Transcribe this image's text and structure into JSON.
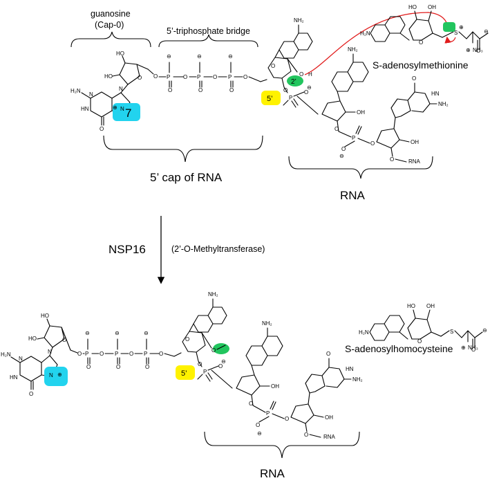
{
  "top": {
    "guanosine_label": "guanosine",
    "cap0_label": "(Cap-0)",
    "bridge_label": "5’-triphosphate bridge",
    "cap_label": "5’ cap of RNA",
    "rna_label": "RNA",
    "sam_label": "S-adenosylmethionine",
    "n7_label": "7",
    "five_prime": "5’",
    "two_prime": "2’"
  },
  "arrow": {
    "enzyme": "NSP16",
    "activity": "(2’-O-Methyltransferase)"
  },
  "bottom": {
    "sah_label": "S-adenosylhomocysteine",
    "rna_label": "RNA",
    "five_prime": "5’"
  },
  "atoms": {
    "nh2": "NH₂",
    "h2n": "H₂N",
    "hn": "HN",
    "ho": "HO",
    "oh": "OH",
    "o": "O",
    "n": "N",
    "p": "P",
    "s": "S",
    "nh3": "NH₃",
    "rna_end": "RNA",
    "plus": "⊕",
    "minus": "⊖",
    "h": "H"
  },
  "colors": {
    "n7_highlight": "#22d3ee",
    "five_prime_highlight": "#fff200",
    "methyl_highlight": "#22c55e",
    "transfer_arrow": "#e11d1d"
  }
}
